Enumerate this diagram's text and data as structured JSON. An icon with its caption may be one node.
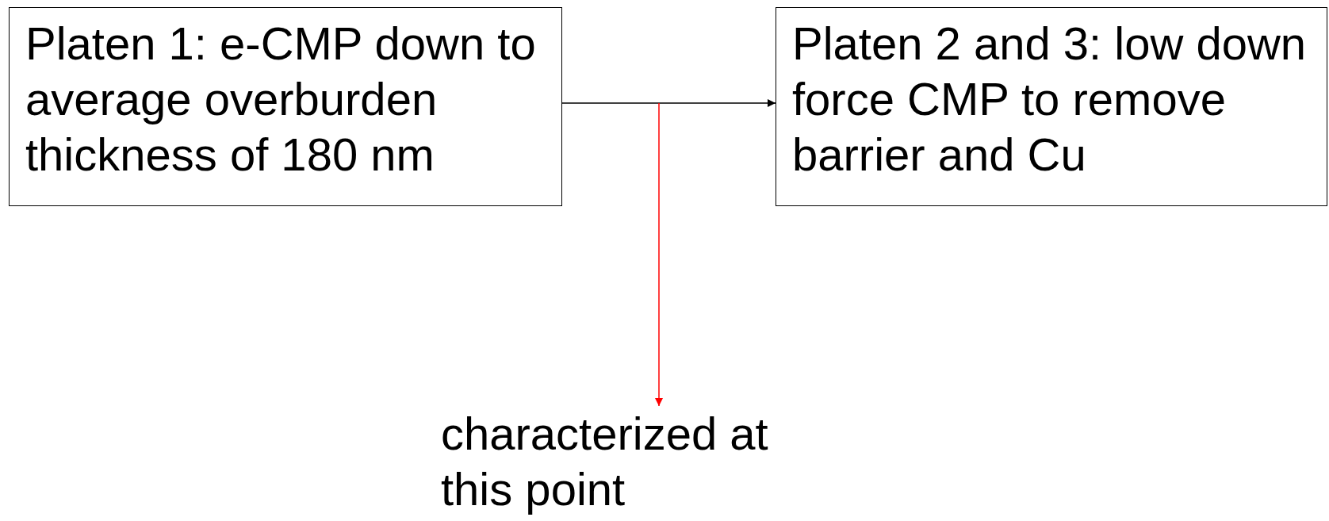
{
  "diagram": {
    "nodes": [
      {
        "text": [
          "Platen 1: e-CMP down to average overburden thickness of 180 nm"
        ]
      },
      {
        "text": [
          "Platen 2 and 3: low down force CMP to remove barrier and Cu"
        ]
      },
      {
        "text": [
          "characterized at this point"
        ]
      }
    ],
    "edges": [
      {
        "from": 0,
        "to": 1,
        "arrow": "to"
      },
      {
        "from": null,
        "to": 2,
        "arrow": "to",
        "color": "#ff0000"
      }
    ]
  }
}
